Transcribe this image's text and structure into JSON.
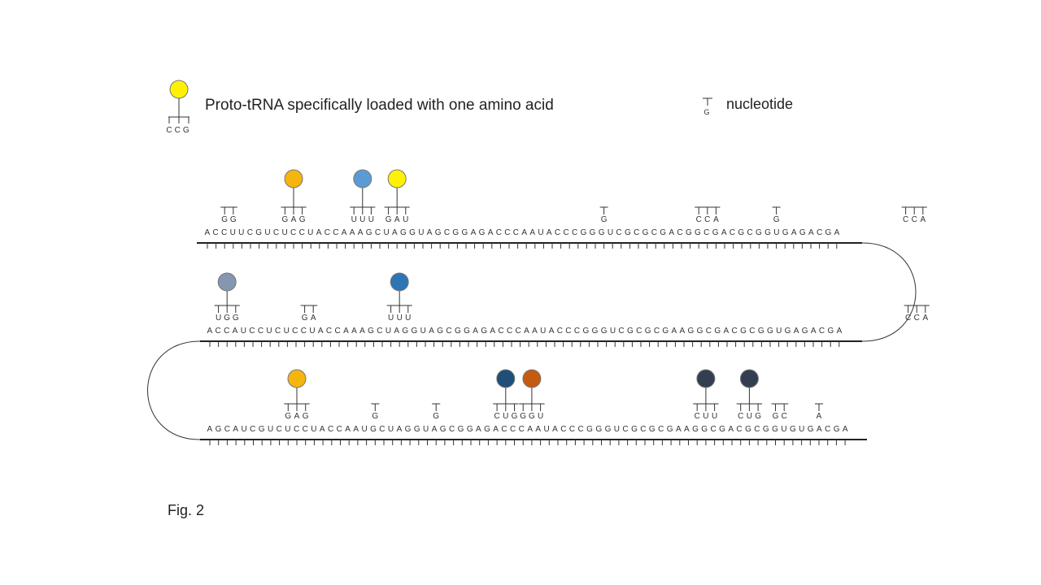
{
  "legend": {
    "trna": {
      "anticodon": "CCG",
      "text": "Proto-tRNA specifically loaded with one amino acid",
      "color": "#FFF200"
    },
    "nucleotide": {
      "base": "G",
      "text": "nucleotide"
    }
  },
  "figure_label": "Fig. 2",
  "strands": [
    {
      "sequence": "ACCUUCGUCUCCUACCAAAGCUAGGUAGCGGAGACCCAAUACCCGGGUCGCGCGACGGCGACGCGGUGAGACGA",
      "bound": [
        {
          "bases": "GG",
          "start": 2
        },
        {
          "bases": "GAG",
          "start": 9,
          "ball": "#F5B50F"
        },
        {
          "bases": "UUU",
          "start": 17,
          "ball": "#5B9BD5"
        },
        {
          "bases": "GAU",
          "start": 21,
          "ball": "#FFF200"
        },
        {
          "bases": "G",
          "start": 46
        },
        {
          "bases": "CCA",
          "start": 57
        },
        {
          "bases": "G",
          "start": 66
        },
        {
          "bases": "CCA",
          "start": 81
        }
      ]
    },
    {
      "sequence": "ACCAUCCUCUCCUACCAAAGCUAGGUAGCGGAGACCCAAUACCCGGGUCGCGCGAAGGCGACGCGGUGAGACGA",
      "bound": [
        {
          "bases": "UGG",
          "start": 1,
          "ball": "#8496B0"
        },
        {
          "bases": "GA",
          "start": 11
        },
        {
          "bases": "UUU",
          "start": 21,
          "ball": "#2E75B6"
        },
        {
          "bases": "CCA",
          "start": 81
        }
      ]
    },
    {
      "sequence": "AGCAUCGUCUCCUACCAAUGCUAGGUAGCGGAGACCCAAUACCCGGGUCGCGCGAAGGCGACGCGGUGUGACGA",
      "bound": [
        {
          "bases": "GAG",
          "start": 9,
          "ball": "#F5B50F"
        },
        {
          "bases": "G",
          "start": 19
        },
        {
          "bases": "G",
          "start": 26
        },
        {
          "bases": "CUG",
          "start": 33,
          "ball": "#1F4E79"
        },
        {
          "bases": "GGU",
          "start": 36,
          "ball": "#C55A11"
        },
        {
          "bases": "CUU",
          "start": 56,
          "ball": "#333F50"
        },
        {
          "bases": "CUG",
          "start": 61,
          "ball": "#333F50"
        },
        {
          "bases": "GC",
          "start": 65
        },
        {
          "bases": "A",
          "start": 70
        }
      ]
    }
  ]
}
